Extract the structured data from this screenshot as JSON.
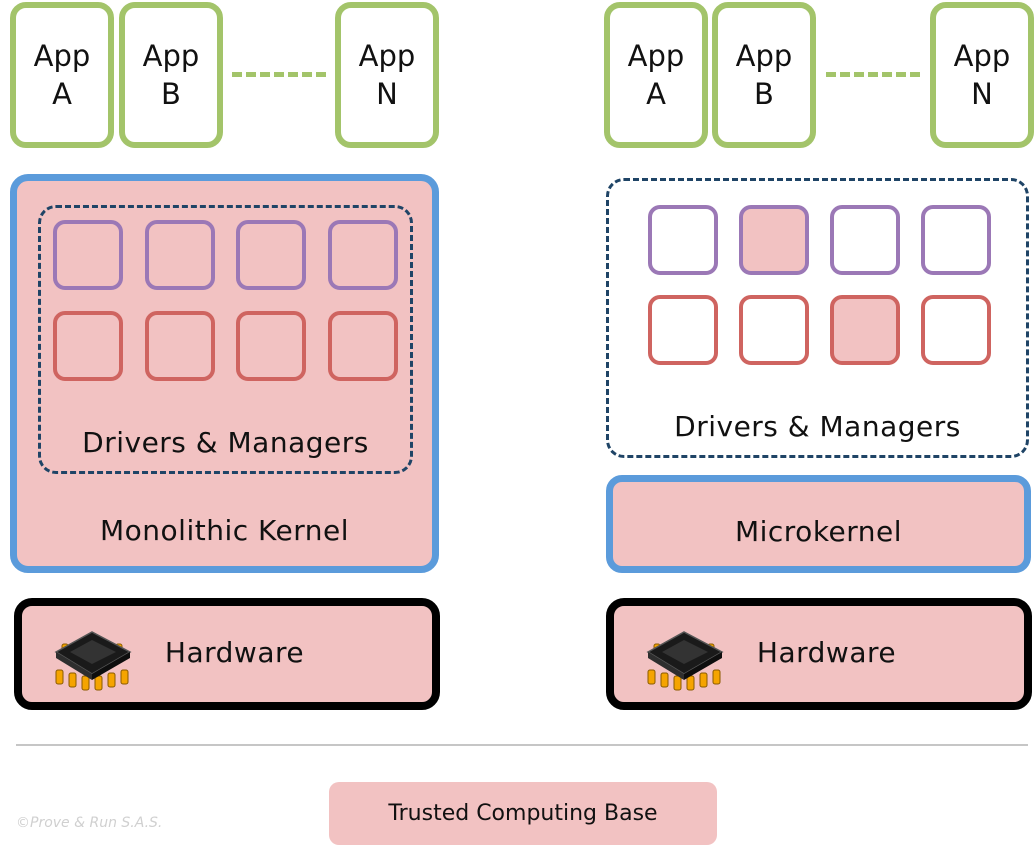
{
  "left": {
    "apps": [
      {
        "line1": "App",
        "line2": "A"
      },
      {
        "line1": "App",
        "line2": "B"
      },
      {
        "line1": "App",
        "line2": "N"
      }
    ],
    "drivers_label": "Drivers & Managers",
    "kernel_label": "Monolithic Kernel",
    "hardware_label": "Hardware"
  },
  "right": {
    "apps": [
      {
        "line1": "App",
        "line2": "A"
      },
      {
        "line1": "App",
        "line2": "B"
      },
      {
        "line1": "App",
        "line2": "N"
      }
    ],
    "drivers_label": "Drivers & Managers",
    "kernel_label": "Microkernel",
    "hardware_label": "Hardware"
  },
  "legend": {
    "label": "Trusted Computing Base",
    "color": "#f2c2c2"
  },
  "copyright": "©Prove & Run S.A.S.",
  "colors": {
    "app_border": "#a3c46a",
    "kernel_border": "#5b9bdb",
    "dashed_border": "#1f4466",
    "cell_purple": "#9b78b6",
    "cell_red": "#cf6460",
    "tcb_fill": "#f2c2c2",
    "hardware_border": "#000000"
  },
  "icons": {
    "hardware": "chip-icon"
  }
}
